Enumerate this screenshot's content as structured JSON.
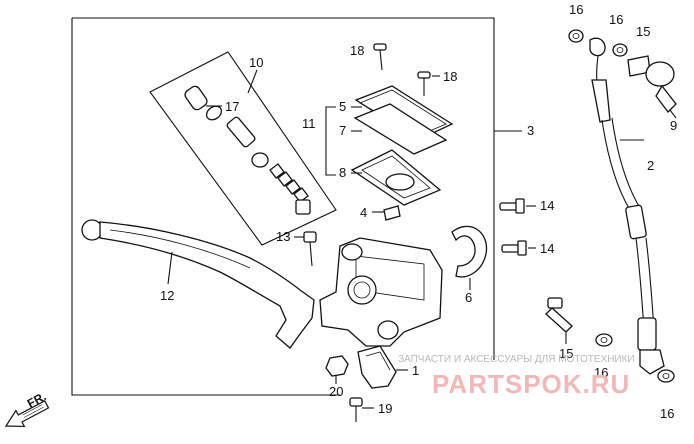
{
  "callouts": {
    "c2": "2",
    "c3": "3",
    "c4": "4",
    "c5": "5",
    "c6": "6",
    "c7": "7",
    "c8": "8",
    "c9": "9",
    "c10": "10",
    "c11": "11",
    "c12": "12",
    "c13": "13",
    "c14a": "14",
    "c14b": "14",
    "c15a": "15",
    "c15b": "15",
    "c16a": "16",
    "c16b": "16",
    "c16c": "16",
    "c16d": "16",
    "c17": "17",
    "c18a": "18",
    "c18b": "18",
    "c19": "19",
    "c20": "20",
    "c1": "1"
  },
  "watermark": {
    "caption": "ЗАПЧАСТИ И АКСЕССУАРЫ ДЛЯ МОТОТЕХНИКИ",
    "brand": "PARTSPOK.RU"
  },
  "direction_label": "FR."
}
